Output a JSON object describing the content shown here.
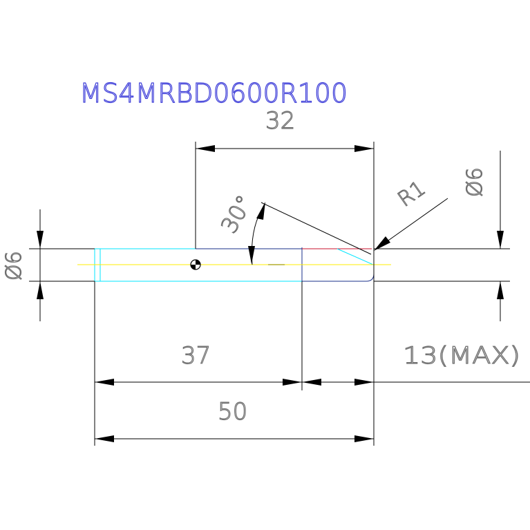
{
  "drawing": {
    "part_number": "MS4MRBD0600R100",
    "dim_32": "32",
    "dim_37": "37",
    "dim_50": "50",
    "dim_13max": "13(MAX)",
    "angle_30": "30°",
    "radius_r1": "R1",
    "dia_left": "Ø6",
    "dia_right": "Ø6"
  },
  "colors": {
    "title": "#3b3bd8",
    "dimension_text": "#6e6e6e",
    "shank_outline": "#00e5ff",
    "center_line": "#ffee00",
    "tip_edge": "#c8102e",
    "body_outline": "#1a2f8a"
  }
}
